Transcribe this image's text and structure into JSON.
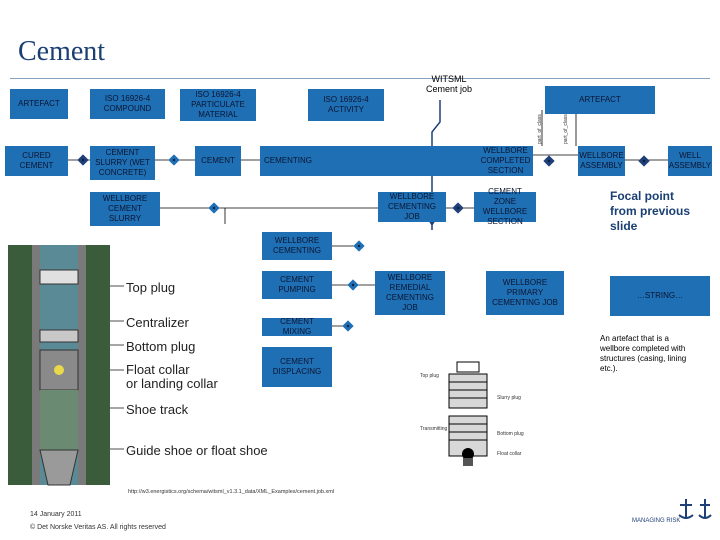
{
  "title": "Cement",
  "labels": {
    "artefact_left": "ARTEFACT",
    "iso_compound": "ISO 16926-4\nCOMPOUND",
    "iso_particulate": "ISO 16926-4\nPARTICULATE\nMATERIAL",
    "iso_activity": "ISO 16926-4\nACTIVITY",
    "witsml": "WITSML\nCement job",
    "artefact_right": "ARTEFACT",
    "cured_cement": "CURED CEMENT",
    "cement_slurry": "CEMENT\nSLURRY (WET\nCONCRETE)",
    "cement": "CEMENT",
    "cementing": "CEMENTING",
    "wellbore_completed": "WELLBORE\nCOMPLETED\nSECTION",
    "wellbore_assembly": "WELLBORE\nASSEMBLY",
    "well_assembly": "WELL\nASSEMBLY",
    "wellbore_cement_slurry": "WELLBORE\nCEMENT\nSLURRY",
    "wellbore_cementing_job": "WELLBORE\nCEMENTING JOB",
    "cement_zone": "CEMENT ZONE\nWELLBORE\nSECTION",
    "wellbore_cementing": "WELLBORE\nCEMENTING",
    "cement_pumping": "CEMENT\nPUMPING",
    "wellbore_remedial": "WELLBORE\nREMEDIAL\nCEMENTING JOB",
    "wellbore_primary": "WELLBORE\nPRIMARY\nCEMENTING JOB",
    "string": "…STRING…",
    "cement_mixing": "CEMENT MIXING",
    "cement_displacing": "CEMENT\nDISPLACING",
    "vert_left": "part_of_class",
    "vert_right": "part_of_class"
  },
  "focal_note": "Focal point\nfrom previous\nslide",
  "artefact_note": "An artefact that is a\nwellbore completed with\nstructures (casing, lining\netc.).",
  "figure_captions": [
    "Top plug",
    "Centralizer",
    "Bottom plug",
    "Float collar\nor landing collar",
    "Shoe track",
    "Guide shoe or float shoe"
  ],
  "mini_labels": {
    "top": "Top plug",
    "bottom": "Transmitting",
    "r1": "Slurry plug",
    "r2": "Bottom plug",
    "r3": "Float collar"
  },
  "url": "http://w3.energistics.org/schema/witsml_v1.3.1_data/XML_Examples/cement.job.xml",
  "date": "14 January 2011",
  "copyright": "© Det Norske Veritas AS. All rights reserved",
  "logo_text": "MANAGING RISK",
  "colors": {
    "box": "#1f6fb5",
    "box_dark": "#1e3f78",
    "title": "#1a3f73"
  }
}
